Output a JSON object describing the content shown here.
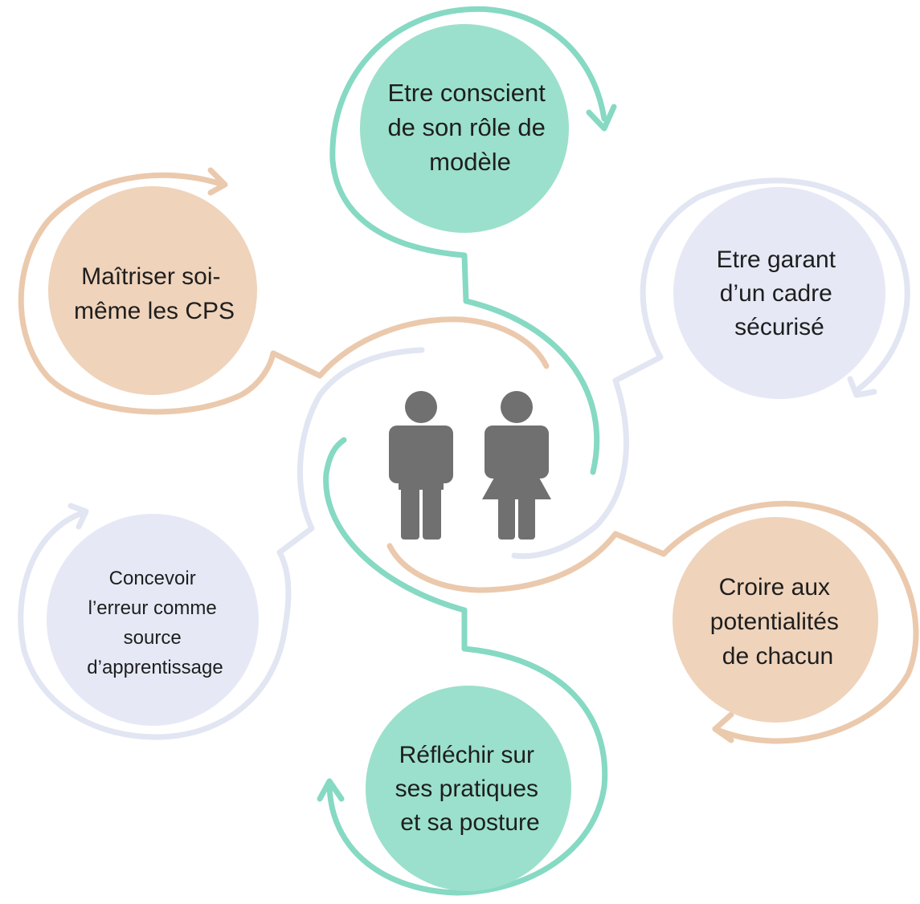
{
  "diagram": {
    "colors": {
      "teal": "#9be0cc",
      "teal_line": "#86d9c3",
      "peach": "#efd3bb",
      "peach_line": "#ebc9ad",
      "lavender": "#e6e9f5",
      "lavender_line": "#e2e5f2",
      "figure": "#707070",
      "text": "#1e1e1e"
    },
    "center_icon": "man-and-woman-icon",
    "nodes": [
      {
        "id": "role-modele",
        "lines": [
          "Etre conscient",
          "de son rôle de",
          "modèle"
        ],
        "color": "teal"
      },
      {
        "id": "cadre-securise",
        "lines": [
          "Etre garant",
          "d’un cadre",
          "sécurisé"
        ],
        "color": "lavender"
      },
      {
        "id": "potentialites",
        "lines": [
          "Croire aux",
          "potentialités",
          "de chacun"
        ],
        "color": "peach"
      },
      {
        "id": "pratiques-posture",
        "lines": [
          "Réfléchir sur",
          "ses pratiques",
          "et sa posture"
        ],
        "color": "teal"
      },
      {
        "id": "erreur-apprentissage",
        "lines": [
          "Concevoir",
          "l’erreur comme",
          "source",
          "d’apprentissage"
        ],
        "color": "lavender"
      },
      {
        "id": "maitriser-cps",
        "lines": [
          "Maîtriser soi-",
          "même les CPS"
        ],
        "color": "peach"
      }
    ]
  }
}
